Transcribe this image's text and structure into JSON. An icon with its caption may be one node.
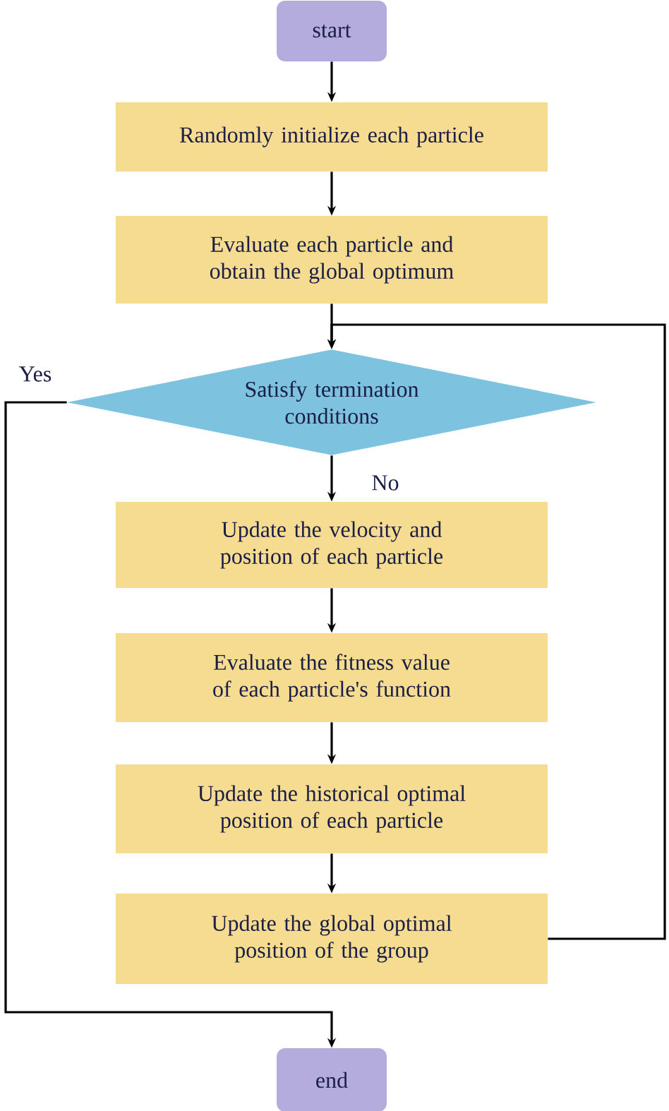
{
  "diagram": {
    "nodes": [
      {
        "text": [
          "start"
        ]
      },
      {
        "text": [
          "Randomly initialize each particle"
        ]
      },
      {
        "text": [
          "Evaluate each particle and obtain the global optimum"
        ]
      },
      {
        "text": [
          "Satisfy termination conditions"
        ]
      },
      {
        "text": [
          "Update the velocity and position of each particle"
        ]
      },
      {
        "text": [
          "Evaluate the fitness value of each particle's function"
        ]
      },
      {
        "text": [
          "Update the historical optimal position of each particle"
        ]
      },
      {
        "text": [
          "Update the global optimal position of the group"
        ]
      },
      {
        "text": [
          "end"
        ]
      }
    ],
    "edges": [
      {
        "from": 0,
        "to": 1,
        "arrow": "to"
      },
      {
        "from": 1,
        "to": 2,
        "arrow": "to"
      },
      {
        "from": 2,
        "to": 3,
        "arrow": "to"
      },
      {
        "from": 3,
        "to": 4,
        "arrow": "to",
        "label": "No"
      },
      {
        "from": 4,
        "to": 5,
        "arrow": "to"
      },
      {
        "from": 5,
        "to": 6,
        "arrow": "to"
      },
      {
        "from": 6,
        "to": 7,
        "arrow": "to"
      },
      {
        "from": 7,
        "to": 3,
        "arrow": "to"
      },
      {
        "from": 3,
        "to": 8,
        "arrow": "to",
        "label": "Yes"
      }
    ]
  }
}
